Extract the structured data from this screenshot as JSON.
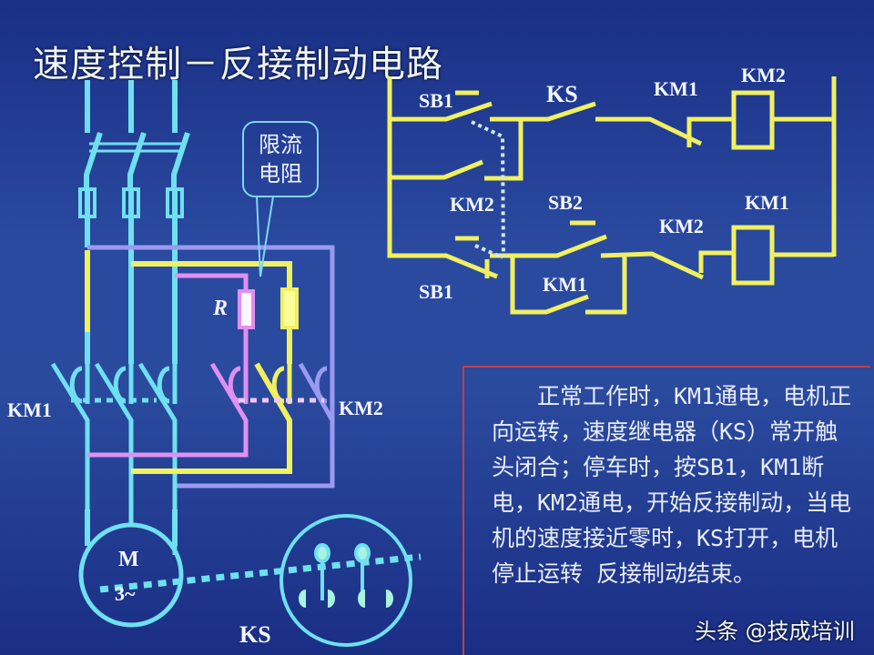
{
  "title": "速度控制－反接制动电路",
  "callout": {
    "line1": "限流",
    "line2": "电阻"
  },
  "main_circuit": {
    "resistor_label": "R",
    "contactor_left_label": "KM1",
    "contactor_right_label": "KM2",
    "motor_label": "M",
    "motor_phase_label": "3~",
    "speed_relay_label": "KS"
  },
  "control_circuit": {
    "rung1": {
      "button": "SB1",
      "relay_contact": "KS",
      "interlock": "KM1",
      "coil": "KM2"
    },
    "rung2": {
      "button_stop": "SB1",
      "self_hold": "KM2",
      "button_start": "SB2",
      "hold_contact": "KM1",
      "interlock": "KM2",
      "coil": "KM1"
    }
  },
  "note": {
    "text": "正常工作时，KM1通电，电机正向运转，速度继电器（KS）常开触头闭合；停车时，按SB1，KM1断电，KM2通电，开始反接制动，当电机的速度接近零时，KS打开，电机停止运转 反接制动结束。"
  },
  "watermark": "头条 @技成培训",
  "colors": {
    "background": "#2a4aa0",
    "phase_lines": "#6fe0f0",
    "yellow": "#f0f060",
    "pink": "#e090f0",
    "violet": "#9a9af0",
    "note_border": "#c0404a"
  }
}
